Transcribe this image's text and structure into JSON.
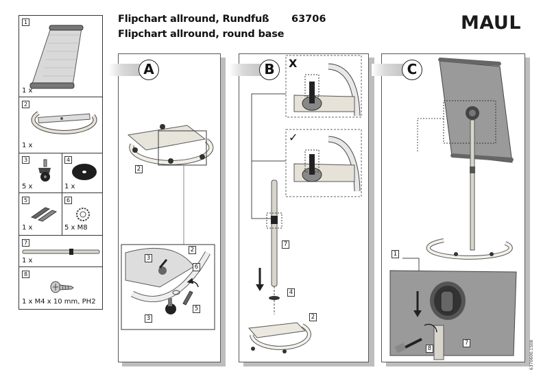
{
  "header": {
    "title_de": "Flipchart allround, Rundfuß",
    "title_en": "Flipchart allround, round base",
    "article_number": "63706",
    "brand": "MAUL"
  },
  "parts": [
    {
      "num": "1",
      "qty": "1 x",
      "icon": "flipchart-board-icon"
    },
    {
      "num": "2",
      "qty": "1 x",
      "icon": "round-base-icon"
    },
    {
      "num": "3",
      "qty": "5 x",
      "icon": "castor-wheel-icon"
    },
    {
      "num": "4",
      "qty": "1 x",
      "icon": "washer-disc-icon"
    },
    {
      "num": "5",
      "qty": "1 x",
      "icon": "clamp-plates-icon"
    },
    {
      "num": "6",
      "qty": "5 x  M8",
      "icon": "lock-washer-icon"
    },
    {
      "num": "7",
      "qty": "1 x",
      "icon": "pole-icon"
    },
    {
      "num": "8",
      "qty": "1 x  M4 x 10 mm, PH2",
      "icon": "screw-icon"
    }
  ],
  "steps": {
    "a": {
      "letter": "A",
      "labels": [
        "2",
        "3",
        "2",
        "6",
        "3",
        "5"
      ]
    },
    "b": {
      "letter": "B",
      "wrong_mark": "X",
      "right_mark": "✓",
      "labels": [
        "7",
        "4",
        "2"
      ]
    },
    "c": {
      "letter": "C",
      "labels": [
        "1",
        "8",
        "7"
      ]
    }
  },
  "footer": {
    "doc_number": "6370600.1508"
  },
  "colors": {
    "board_gray": "#9a9a9a",
    "tab_gray": "#bdbdbd"
  }
}
